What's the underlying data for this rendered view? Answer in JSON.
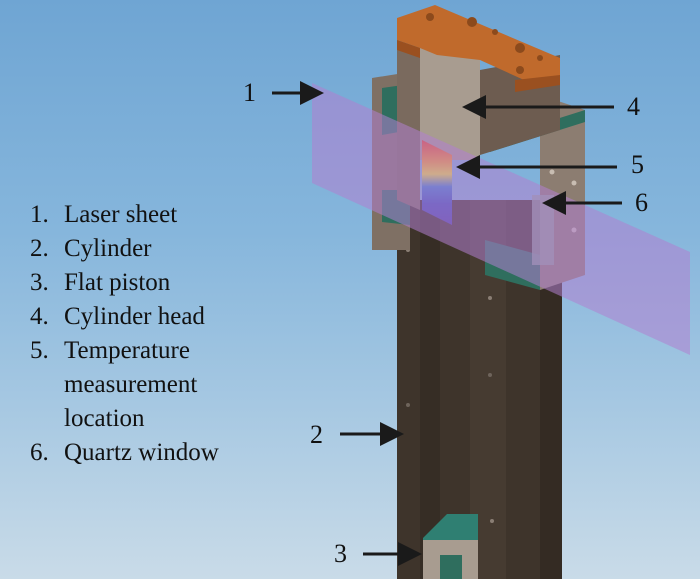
{
  "legend": {
    "items": [
      {
        "number": "1.",
        "label": "Laser sheet"
      },
      {
        "number": "2.",
        "label": "Cylinder"
      },
      {
        "number": "3.",
        "label": "Flat piston"
      },
      {
        "number": "4.",
        "label": "Cylinder head"
      },
      {
        "number": "5.",
        "label": "Temperature measurement location"
      },
      {
        "number": "6.",
        "label": "Quartz window"
      }
    ]
  },
  "callouts": {
    "c1": "1",
    "c2": "2",
    "c3": "3",
    "c4": "4",
    "c5": "5",
    "c6": "6"
  },
  "colors": {
    "background_top": "#6fa5d3",
    "background_bottom": "#c9dbe8",
    "cylinder_body": "#3e342b",
    "cylinder_head": "#8a7a6c",
    "copper_plate": "#c06a2c",
    "gasket": "#2f6e5e",
    "laser_sheet": "#b07fd0",
    "arrow": "#1a1a1a"
  }
}
